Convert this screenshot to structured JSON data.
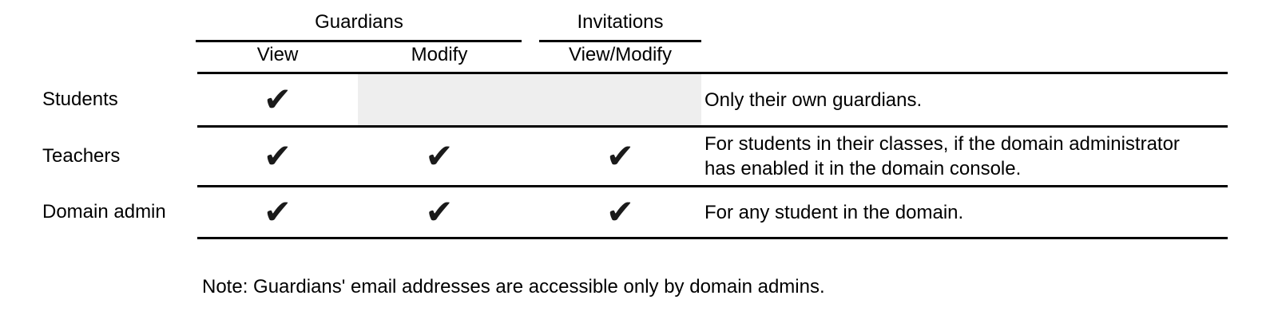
{
  "table": {
    "group_headers": [
      {
        "label": "Guardians"
      },
      {
        "label": "Invitations"
      }
    ],
    "col_headers": [
      "View",
      "Modify",
      "View/Modify"
    ],
    "check_glyph": "✔",
    "rows": [
      {
        "label": "Students",
        "checks": {
          "view": "✔",
          "modify": "",
          "view_modify": ""
        },
        "note_lines": [
          "Only their own guardians."
        ]
      },
      {
        "label": "Teachers",
        "checks": {
          "view": "✔",
          "modify": "✔",
          "view_modify": "✔"
        },
        "note_lines": [
          "For students in their classes, if the domain administrator",
          "has enabled it in the domain console."
        ]
      },
      {
        "label": "Domain admin",
        "checks": {
          "view": "✔",
          "modify": "✔",
          "view_modify": "✔"
        },
        "note_lines": [
          "For any student in the domain."
        ]
      }
    ],
    "footnote": "Note: Guardians' email addresses are accessible only by domain admins."
  },
  "colors": {
    "background": "#ffffff",
    "text": "#000000",
    "line": "#000000",
    "check": "#1a1a1a",
    "highlight_cell": "#eeeeee"
  }
}
